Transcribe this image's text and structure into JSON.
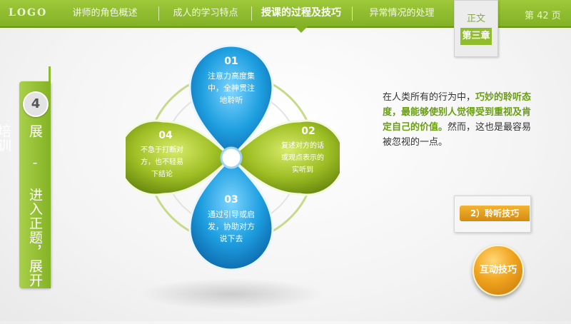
{
  "header": {
    "logo": "LOGO",
    "nav": [
      {
        "label": "讲师的角色概述"
      },
      {
        "label": "成人的学习特点"
      },
      {
        "label": "授课的过程及技巧"
      },
      {
        "label": "异常情况的处理"
      }
    ],
    "tab_label": "正文",
    "chapter": "第三章",
    "page": "第 42 页"
  },
  "left_panel": {
    "badge": "4",
    "text": "展 - 进入正题，展开培训"
  },
  "diagram": {
    "petals": [
      {
        "num": "01",
        "lines": [
          "注意力高度集",
          "中，全神贯注",
          "地聆听"
        ]
      },
      {
        "num": "02",
        "lines": [
          "复述对方的话",
          "或观点表示的",
          "实听到"
        ]
      },
      {
        "num": "03",
        "lines": [
          "通过引导或启",
          "发，协助对方",
          "说下去"
        ]
      },
      {
        "num": "04",
        "lines": [
          "不急于打断对",
          "方，也不轻易",
          "下结论"
        ]
      }
    ]
  },
  "description": {
    "lead": "在人类所有的行为中，",
    "highlight": "巧妙的聆听态度，最能够使别人觉得受到重视及肯定自己的价值。",
    "tail": "然而，这也是最容易被忽视的一点。"
  },
  "side": {
    "pill": "2）聆听技巧",
    "orb": "互动技巧"
  },
  "colors": {
    "green": "#8fbd2c",
    "blue": "#1e9fe0",
    "olive": "#9fbf25",
    "orange": "#f0a41e"
  }
}
